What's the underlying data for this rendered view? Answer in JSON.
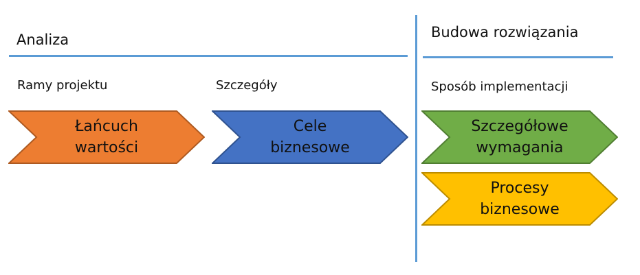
{
  "phases": [
    {
      "title": "Analiza",
      "columns": [
        {
          "label": "Ramy projektu",
          "steps": [
            {
              "line1": "Łańcuch",
              "line2": "wartości",
              "fill": "#ed7d31",
              "stroke": "#ae5a21"
            }
          ]
        },
        {
          "label": "Szczegóły",
          "steps": [
            {
              "line1": "Cele",
              "line2": "biznesowe",
              "fill": "#4472c4",
              "stroke": "#2f528f"
            }
          ]
        }
      ]
    },
    {
      "title": "Budowa rozwiązania",
      "columns": [
        {
          "label": "Sposób implementacji",
          "steps": [
            {
              "line1": "Szczegółowe",
              "line2": "wymagania",
              "fill": "#70ad47",
              "stroke": "#507e32"
            },
            {
              "line1": "Procesy",
              "line2": "biznesowe",
              "fill": "#ffc000",
              "stroke": "#bc8c00"
            }
          ]
        }
      ]
    }
  ],
  "colors": {
    "divider": "#5b9bd5"
  }
}
